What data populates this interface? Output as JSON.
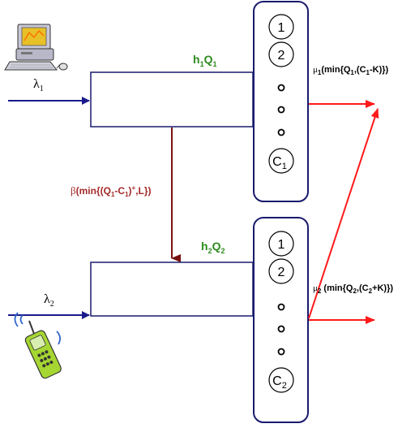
{
  "queue1": {
    "arrival_symbol": "λ",
    "arrival_sub": "1",
    "holding_label": {
      "h": "h",
      "h_sub": "1",
      "q": "Q",
      "q_sub": "1"
    },
    "servers": [
      "1",
      "2"
    ],
    "last_server": {
      "base": "C",
      "sub": "1"
    },
    "service_rate": {
      "mu": "μ",
      "mu_sub": "1",
      "pre": "(min{Q",
      "q_sub": "1",
      "mid": ",(C",
      "c_sub": "1",
      "post": "-K)})"
    }
  },
  "queue2": {
    "arrival_symbol": "λ",
    "arrival_sub": "2",
    "holding_label": {
      "h": "h",
      "h_sub": "2",
      "q": "Q",
      "q_sub": "2"
    },
    "servers": [
      "1",
      "2"
    ],
    "last_server": {
      "base": "C",
      "sub": "2"
    },
    "service_rate": {
      "mu": "μ",
      "mu_sub": "2",
      "pre": " (min{Q",
      "q_sub": "2",
      "mid": ",(C",
      "c_sub": "2",
      "post": "+K)})"
    }
  },
  "overflow": {
    "beta": "β",
    "pre": "(min{(Q",
    "q_sub": "1",
    "mid": "-C",
    "c_sub": "1",
    "close": ")",
    "sup": "+",
    "post": ",L})"
  },
  "colors": {
    "queue_border": "#1a1a6e",
    "arrival_arrow": "#1a1a8c",
    "overflow_arrow": "#7a1010",
    "overflow_text": "#a52a2a",
    "holding_text": "#2e8b1e",
    "output_arrow": "#ff1a1a"
  },
  "icons": [
    "desktop-computer-icon",
    "mobile-phone-icon"
  ]
}
